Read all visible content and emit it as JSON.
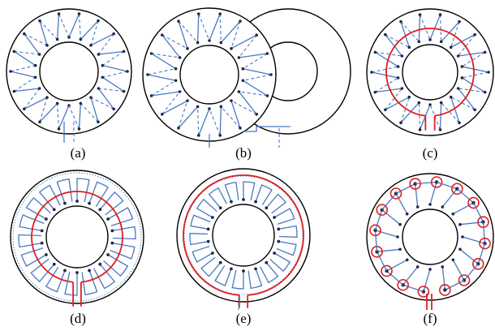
{
  "panels": [
    {
      "id": "a",
      "caption": "(a)",
      "variant": "dashed-zigzag"
    },
    {
      "id": "b",
      "caption": "(b)",
      "variant": "double-ring"
    },
    {
      "id": "c",
      "caption": "(c)",
      "variant": "zigzag-red-loop"
    },
    {
      "id": "d",
      "caption": "(d)",
      "variant": "stepped-red-loop"
    },
    {
      "id": "e",
      "caption": "(e)",
      "variant": "stepped-dotted-red"
    },
    {
      "id": "f",
      "caption": "(f)",
      "variant": "small-red-loops"
    }
  ],
  "colors": {
    "wire": "#4a78c2",
    "loop": "#e01e1e",
    "outline": "#000000",
    "node": "#1f2a44"
  }
}
